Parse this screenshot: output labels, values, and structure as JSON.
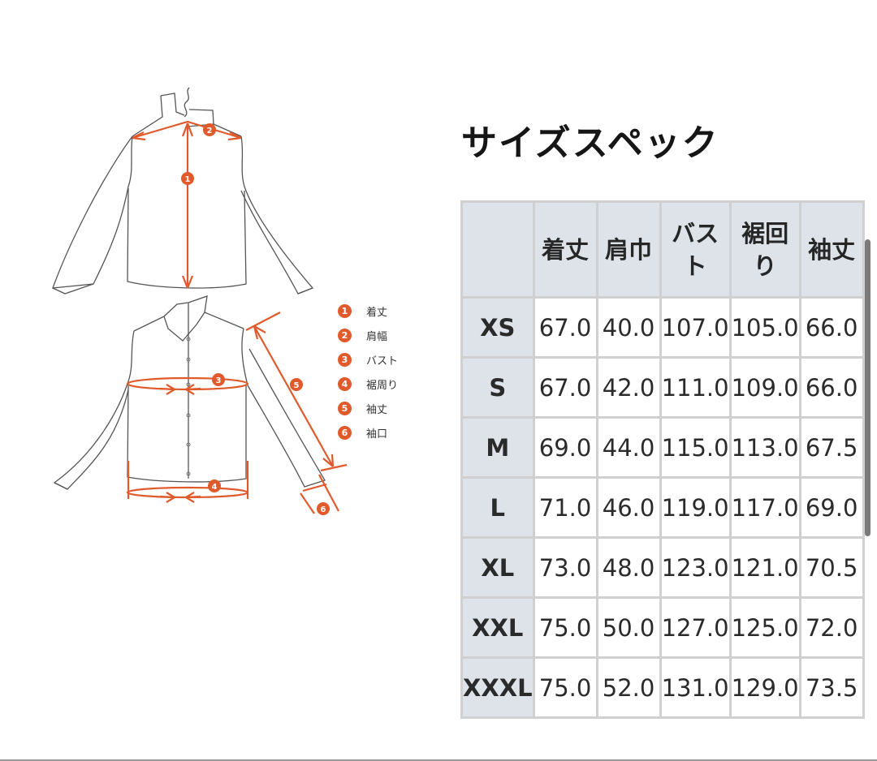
{
  "title": "サイズスペック",
  "legend": [
    {
      "num": "1",
      "label": "着丈"
    },
    {
      "num": "2",
      "label": "肩幅"
    },
    {
      "num": "3",
      "label": "バスト"
    },
    {
      "num": "4",
      "label": "裾周り"
    },
    {
      "num": "5",
      "label": "袖丈"
    },
    {
      "num": "6",
      "label": "袖口"
    }
  ],
  "diagram": {
    "markers": [
      "1",
      "2",
      "3",
      "4",
      "5",
      "6"
    ],
    "accent_color": "#e05a2b",
    "line_color": "#555555"
  },
  "table": {
    "headers": [
      "",
      "着丈",
      "肩巾",
      "バスト",
      "裾回り",
      "袖丈"
    ],
    "rows": [
      {
        "size": "XS",
        "values": [
          "67.0",
          "40.0",
          "107.0",
          "105.0",
          "66.0"
        ]
      },
      {
        "size": "S",
        "values": [
          "67.0",
          "42.0",
          "111.0",
          "109.0",
          "66.0"
        ]
      },
      {
        "size": "M",
        "values": [
          "69.0",
          "44.0",
          "115.0",
          "113.0",
          "67.5"
        ]
      },
      {
        "size": "L",
        "values": [
          "71.0",
          "46.0",
          "119.0",
          "117.0",
          "69.0"
        ]
      },
      {
        "size": "XL",
        "values": [
          "73.0",
          "48.0",
          "123.0",
          "121.0",
          "70.5"
        ]
      },
      {
        "size": "XXL",
        "values": [
          "75.0",
          "50.0",
          "127.0",
          "125.0",
          "72.0"
        ]
      },
      {
        "size": "XXXL",
        "values": [
          "75.0",
          "52.0",
          "131.0",
          "129.0",
          "73.5"
        ]
      }
    ],
    "header_bg": "#dee3e9",
    "border_color": "#d0d0d0"
  }
}
